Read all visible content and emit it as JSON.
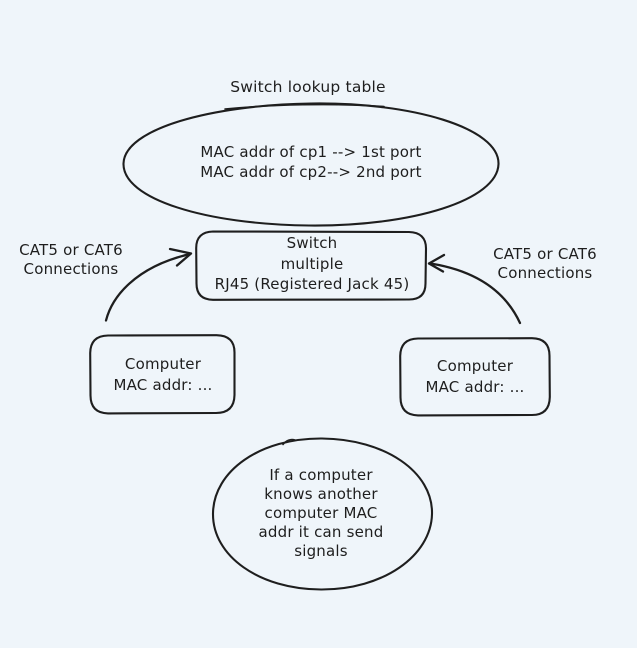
{
  "canvas": {
    "background_color": "#eff5fa",
    "stroke_color": "#1e1e1e",
    "text_color": "#1e1e1e"
  },
  "diagram": {
    "lookup_table": {
      "label": "Switch lookup table",
      "lines": [
        "MAC addr of cp1 --> 1st port",
        "MAC addr of cp2--> 2nd port"
      ]
    },
    "switch_box": {
      "lines": [
        "Switch",
        "multiple",
        "RJ45 (Registered Jack 45)"
      ]
    },
    "left_connection_label": {
      "lines": [
        "CAT5 or CAT6",
        "Connections"
      ]
    },
    "right_connection_label": {
      "lines": [
        "CAT5 or CAT6",
        "Connections"
      ]
    },
    "left_computer": {
      "lines": [
        "Computer",
        "MAC addr: ..."
      ]
    },
    "right_computer": {
      "lines": [
        "Computer",
        "MAC addr: ..."
      ]
    },
    "note_ellipse": {
      "lines": [
        "If a computer",
        "knows another",
        "computer MAC",
        "addr it can send",
        "signals"
      ]
    }
  }
}
